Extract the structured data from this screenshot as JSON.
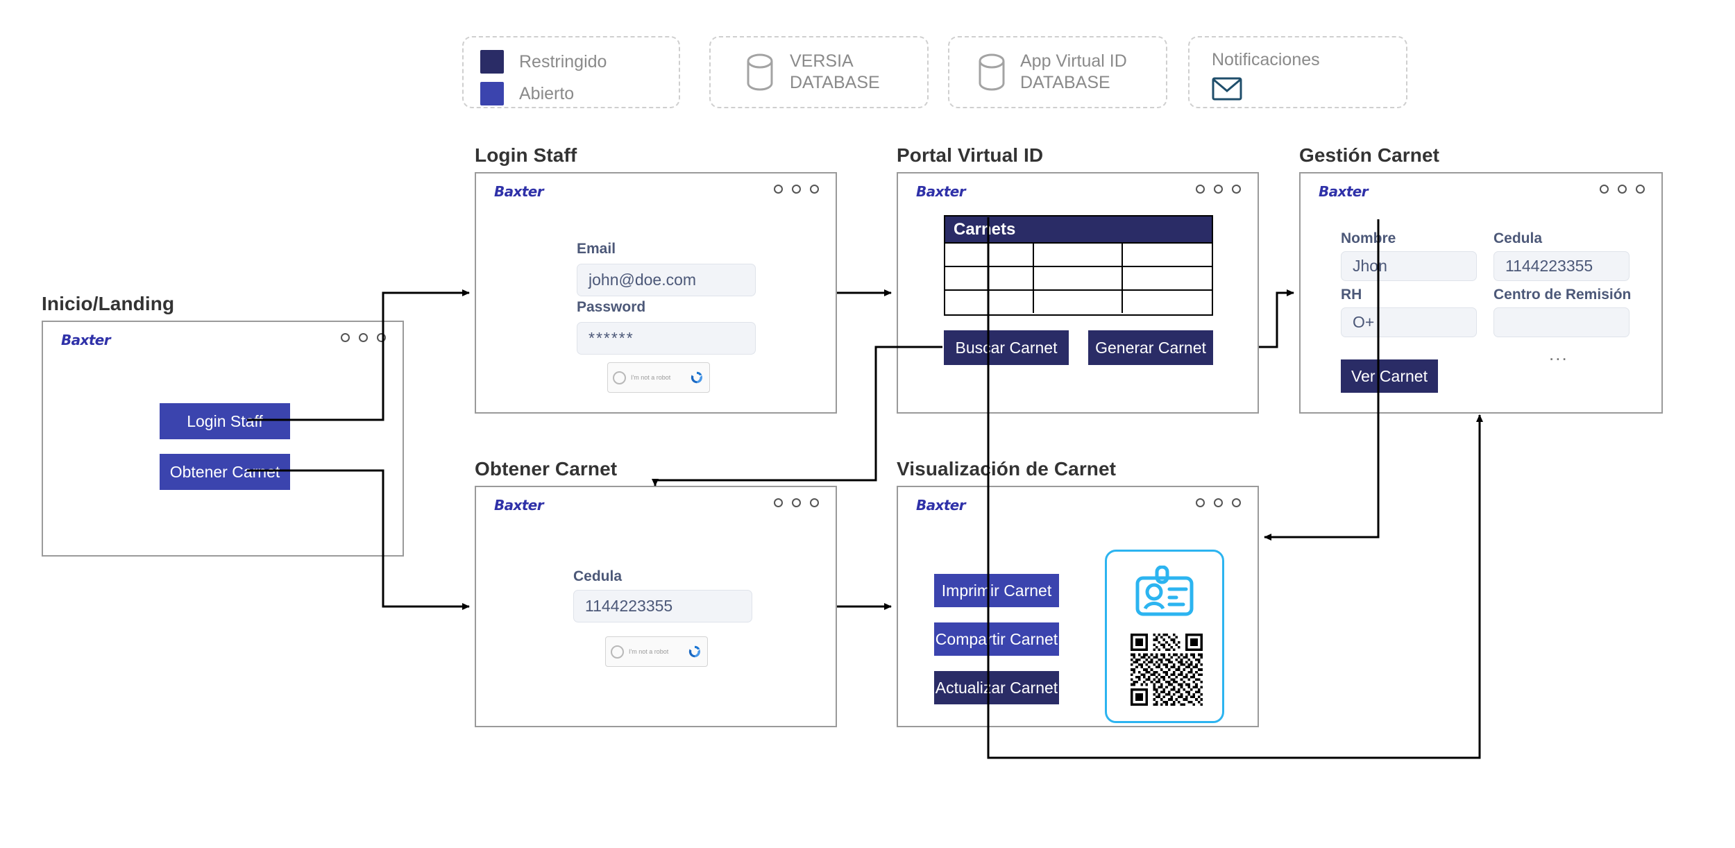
{
  "legend": {
    "status": [
      {
        "label": "Restringido",
        "color": "#2a2c66"
      },
      {
        "label": "Abierto",
        "color": "#3b44ae"
      }
    ],
    "databases": [
      {
        "icon": "database-cylinder-icon",
        "line1": "VERSIA",
        "line2": "DATABASE"
      },
      {
        "icon": "database-cylinder-icon",
        "line1": "App Virtual ID",
        "line2": "DATABASE"
      }
    ],
    "notifications": {
      "title": "Notificaciones",
      "icon": "envelope-icon"
    }
  },
  "brand": "Baxter",
  "screens": {
    "landing": {
      "title": "Inicio/Landing",
      "buttons": [
        {
          "label": "Login Staff",
          "style": "open"
        },
        {
          "label": "Obtener Carnet",
          "style": "open"
        }
      ]
    },
    "login_staff": {
      "title": "Login Staff",
      "fields": [
        {
          "label": "Email",
          "value": "john@doe.com"
        },
        {
          "label": "Password",
          "value": "******"
        }
      ],
      "captcha": {
        "text": "I'm not a robot"
      }
    },
    "portal": {
      "title": "Portal Virtual ID",
      "table": {
        "header": "Carnets",
        "columns": 3,
        "rows": 3
      },
      "buttons": [
        {
          "label": "Buscar Carnet",
          "style": "restricted"
        },
        {
          "label": "Generar Carnet",
          "style": "restricted"
        }
      ]
    },
    "gestion": {
      "title": "Gestión Carnet",
      "fields": [
        {
          "label": "Nombre",
          "value": "Jhon"
        },
        {
          "label": "Cedula",
          "value": "1144223355"
        },
        {
          "label": "RH",
          "value": "O+"
        },
        {
          "label": "Centro de Remisión",
          "value": ""
        }
      ],
      "more": "...",
      "buttons": [
        {
          "label": "Ver Carnet",
          "style": "restricted"
        }
      ]
    },
    "obtener": {
      "title": "Obtener Carnet",
      "fields": [
        {
          "label": "Cedula",
          "value": "1144223355"
        }
      ],
      "captcha": {
        "text": "I'm not a robot"
      }
    },
    "visualizacion": {
      "title": "Visualización de Carnet",
      "buttons": [
        {
          "label": "Imprimir Carnet",
          "style": "open"
        },
        {
          "label": "Compartir Carnet",
          "style": "open"
        },
        {
          "label": "Actualizar Carnet",
          "style": "restricted"
        }
      ],
      "card": {
        "badge_icon": "id-badge-icon",
        "qr_icon": "qr-code-icon"
      }
    }
  }
}
